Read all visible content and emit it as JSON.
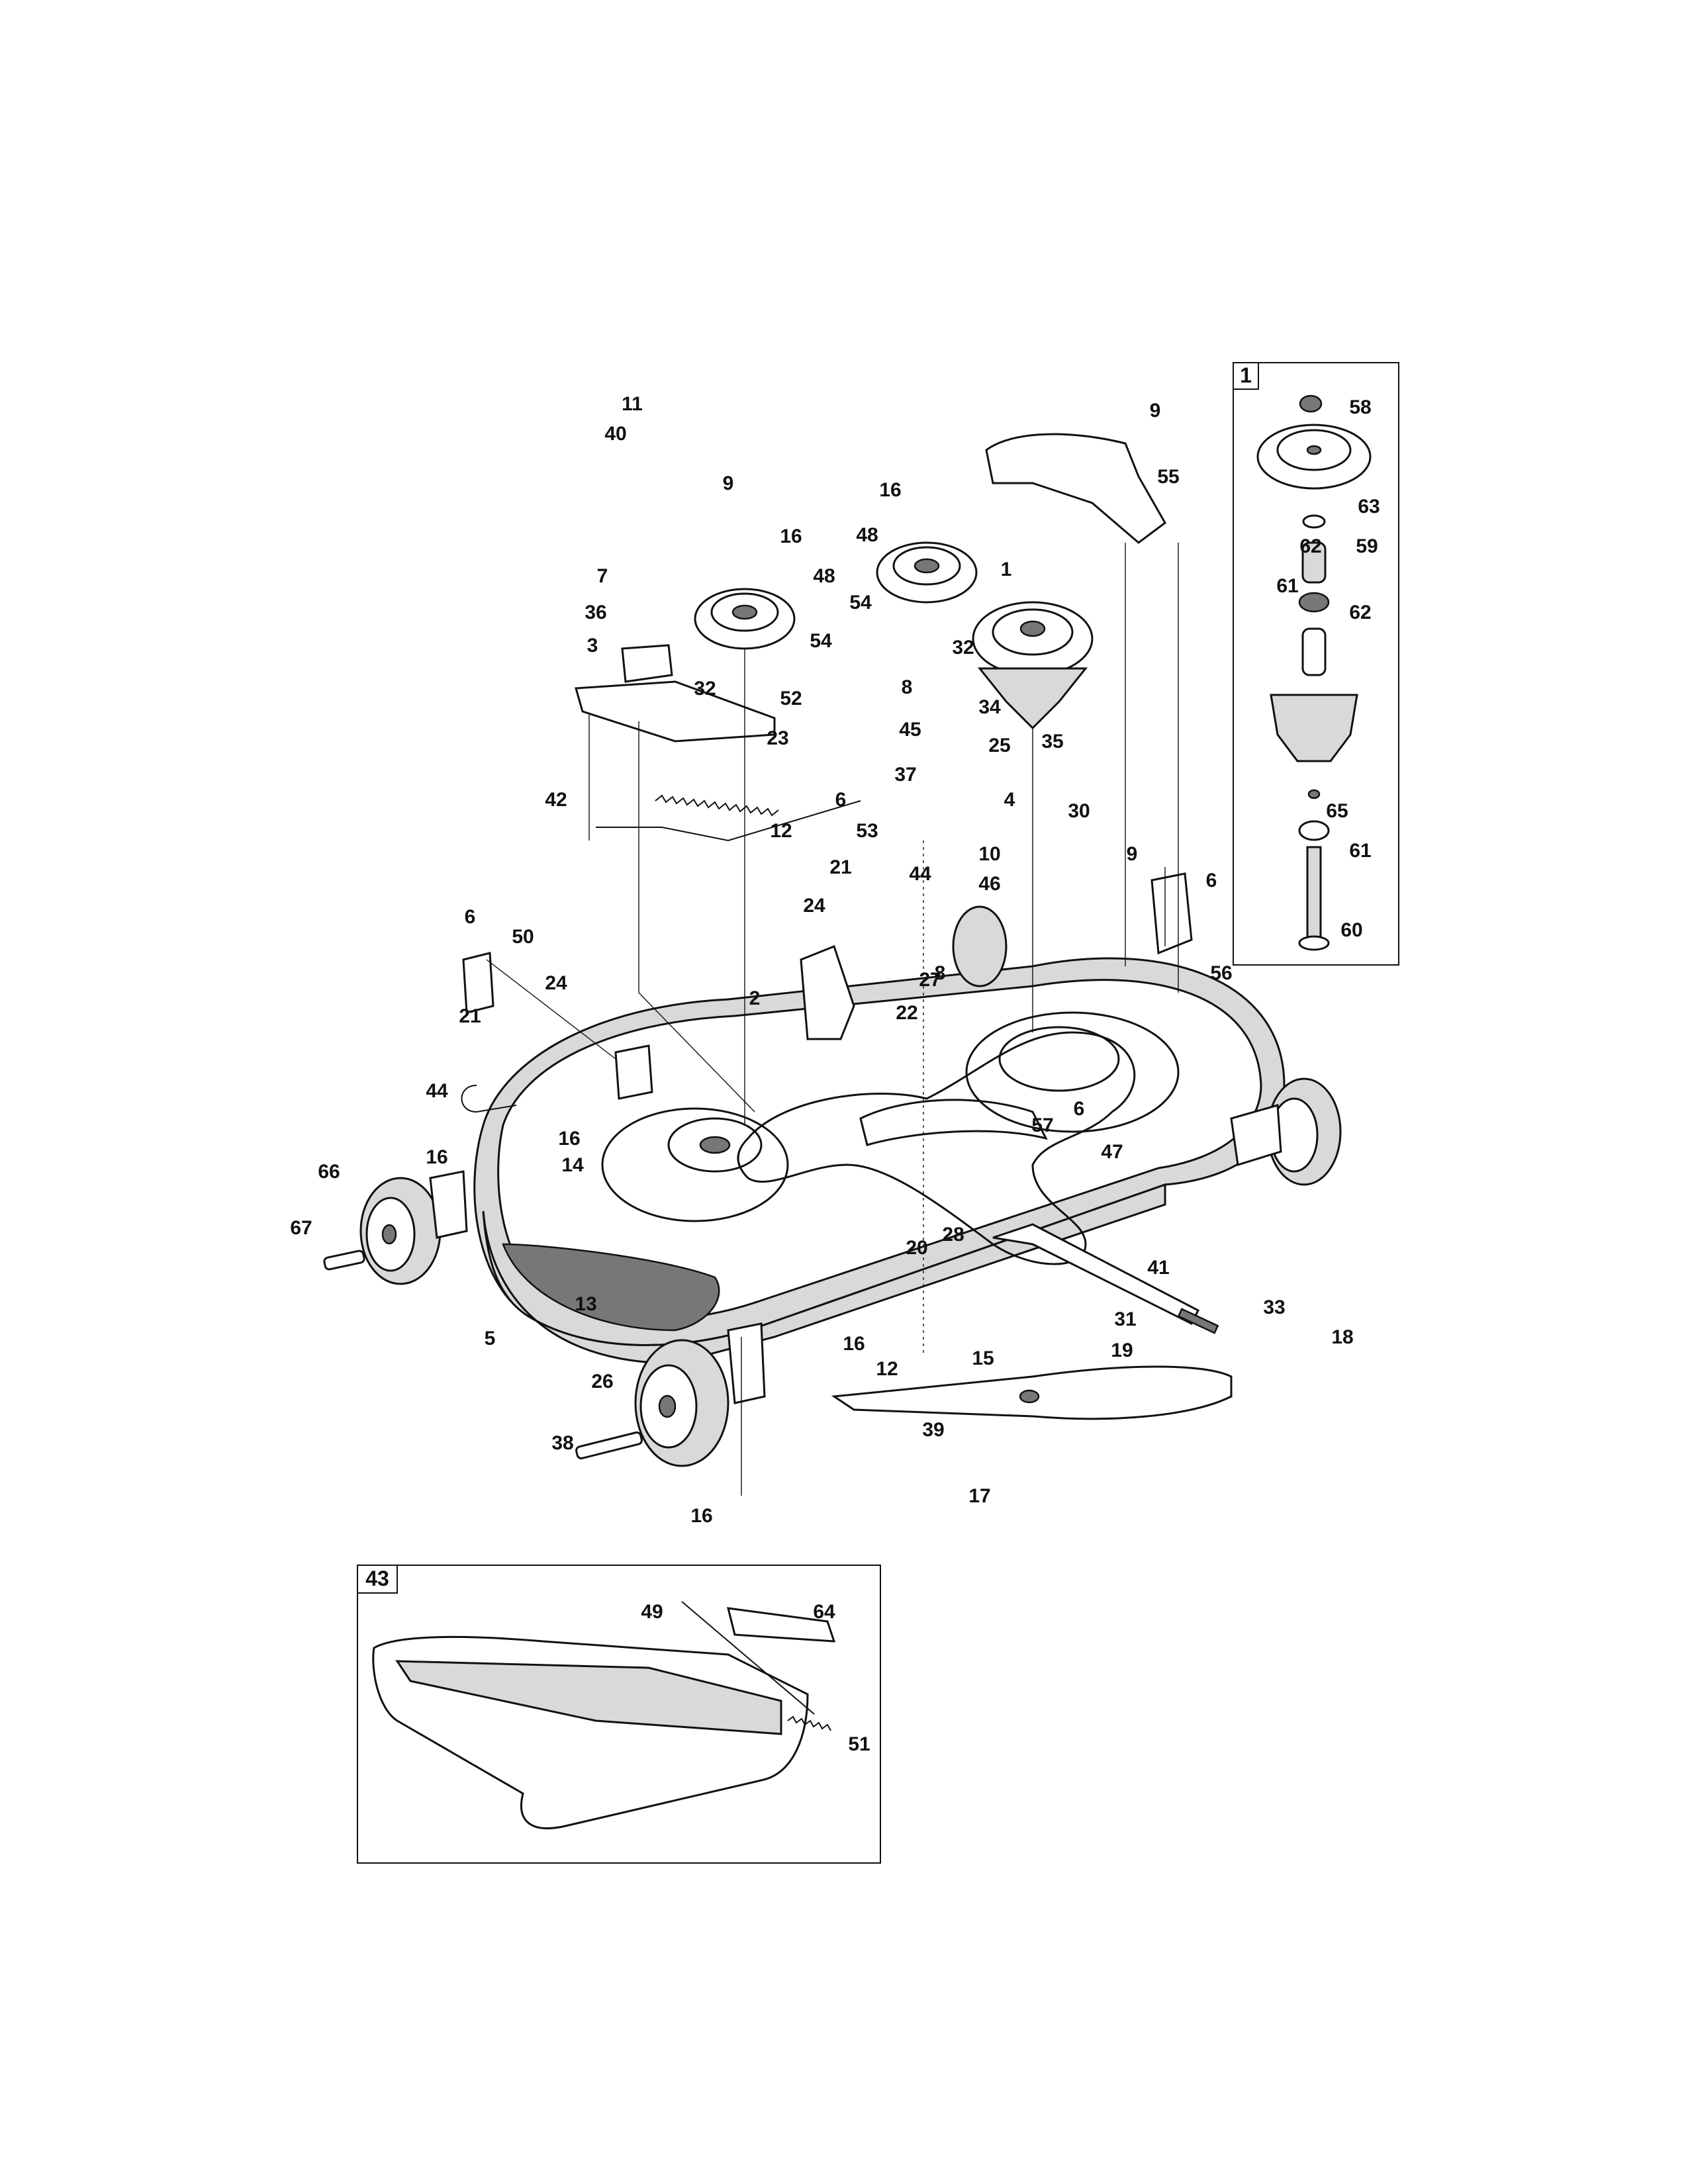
{
  "insets": [
    {
      "id": "inset-1",
      "label": "1"
    },
    {
      "id": "inset-43",
      "label": "43"
    }
  ],
  "callouts": [
    {
      "label": "11"
    },
    {
      "label": "40"
    },
    {
      "label": "9"
    },
    {
      "label": "16"
    },
    {
      "label": "48"
    },
    {
      "label": "7"
    },
    {
      "label": "36"
    },
    {
      "label": "3"
    },
    {
      "label": "32"
    },
    {
      "label": "54"
    },
    {
      "label": "52"
    },
    {
      "label": "23"
    },
    {
      "label": "42"
    },
    {
      "label": "12"
    },
    {
      "label": "16"
    },
    {
      "label": "48"
    },
    {
      "label": "54"
    },
    {
      "label": "32"
    },
    {
      "label": "8"
    },
    {
      "label": "34"
    },
    {
      "label": "45"
    },
    {
      "label": "25"
    },
    {
      "label": "37"
    },
    {
      "label": "6"
    },
    {
      "label": "53"
    },
    {
      "label": "4"
    },
    {
      "label": "10"
    },
    {
      "label": "46"
    },
    {
      "label": "21"
    },
    {
      "label": "44"
    },
    {
      "label": "24"
    },
    {
      "label": "2"
    },
    {
      "label": "22"
    },
    {
      "label": "27"
    },
    {
      "label": "1"
    },
    {
      "label": "9"
    },
    {
      "label": "55"
    },
    {
      "label": "35"
    },
    {
      "label": "30"
    },
    {
      "label": "9"
    },
    {
      "label": "6"
    },
    {
      "label": "56"
    },
    {
      "label": "6"
    },
    {
      "label": "50"
    },
    {
      "label": "24"
    },
    {
      "label": "21"
    },
    {
      "label": "44"
    },
    {
      "label": "16"
    },
    {
      "label": "14"
    },
    {
      "label": "16"
    },
    {
      "label": "66"
    },
    {
      "label": "67"
    },
    {
      "label": "13"
    },
    {
      "label": "5"
    },
    {
      "label": "57"
    },
    {
      "label": "6"
    },
    {
      "label": "47"
    },
    {
      "label": "20"
    },
    {
      "label": "28"
    },
    {
      "label": "41"
    },
    {
      "label": "31"
    },
    {
      "label": "19"
    },
    {
      "label": "33"
    },
    {
      "label": "18"
    },
    {
      "label": "12"
    },
    {
      "label": "15"
    },
    {
      "label": "16"
    },
    {
      "label": "26"
    },
    {
      "label": "39"
    },
    {
      "label": "38"
    },
    {
      "label": "17"
    },
    {
      "label": "16"
    },
    {
      "label": "8"
    },
    {
      "label": "58"
    },
    {
      "label": "63"
    },
    {
      "label": "59"
    },
    {
      "label": "62"
    },
    {
      "label": "61"
    },
    {
      "label": "62"
    },
    {
      "label": "65"
    },
    {
      "label": "61"
    },
    {
      "label": "60"
    },
    {
      "label": "49"
    },
    {
      "label": "64"
    },
    {
      "label": "51"
    }
  ]
}
